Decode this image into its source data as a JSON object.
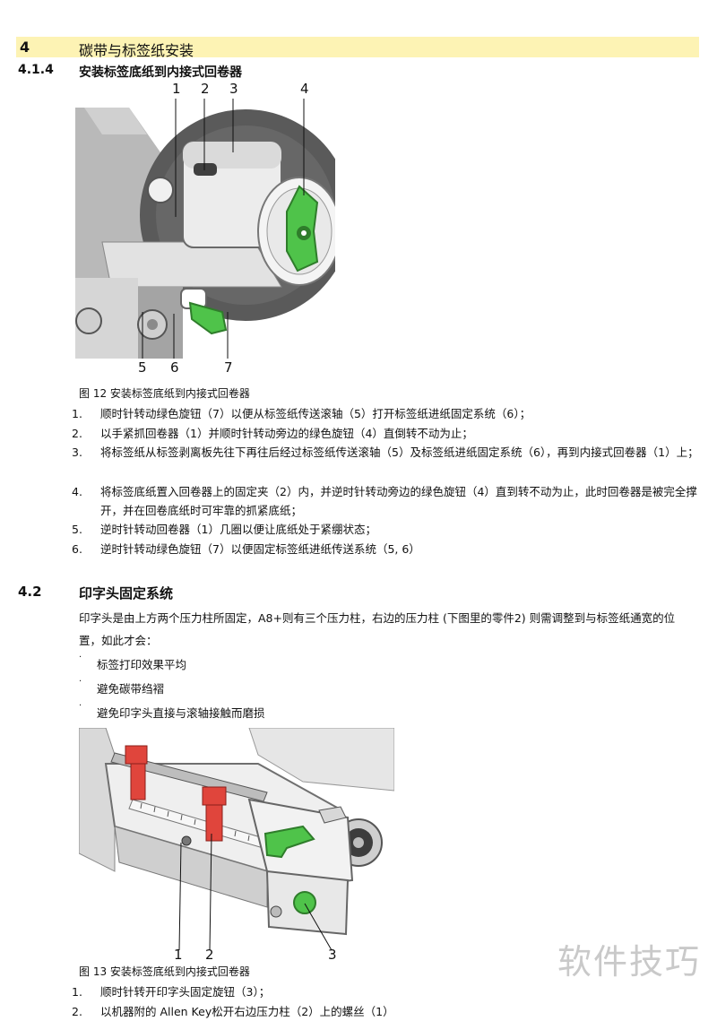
{
  "chapter": {
    "number": "4",
    "title": "碳带与标签纸安装"
  },
  "subsection": {
    "number": "4.1.4",
    "title": "安装标签底纸到内接式回卷器"
  },
  "figure1": {
    "callouts_top": [
      "1",
      "2",
      "3",
      "4"
    ],
    "callouts_bottom": [
      "5",
      "6",
      "7"
    ],
    "caption": "图  12    安装标签底纸到内接式回卷器"
  },
  "steps1": [
    {
      "n": "1.",
      "text": "顺时针转动绿色旋钮（7）以便从标签纸传送滚轴（5）打开标签纸进纸固定系统（6）；"
    },
    {
      "n": "2.",
      "text": "以手紧抓回卷器（1）并顺时针转动旁边的绿色旋钮（4）直倒转不动为止；"
    },
    {
      "n": "3.",
      "text": "将标签纸从标签剥离板先往下再往后经过标签纸传送滚轴（5）及标签纸进纸固定系统（6），再到内接式回卷器（1）上；"
    },
    {
      "n": "4.",
      "text": "将标签底纸置入回卷器上的固定夹（2）内，并逆时针转动旁边的绿色旋钮（4）直到转不动为止，此时回卷器是被完全撑开，并在回卷底纸时可牢靠的抓紧底纸；"
    },
    {
      "n": "5.",
      "text": "逆时针转动回卷器（1）几圈以便让底纸处于紧绷状态；"
    },
    {
      "n": "6.",
      "text": "逆时针转动绿色旋钮（7）以便固定标签纸进纸传送系统（5, 6）"
    }
  ],
  "section": {
    "number": "4.2",
    "title": "印字头固定系统"
  },
  "section_para": "印字头是由上方两个压力柱所固定，A8+则有三个压力柱，右边的压力柱 (下图里的零件2) 则需调整到与标签纸通宽的位置，如此才会：",
  "bullets": [
    {
      "dot": "·",
      "text": "标签打印效果平均"
    },
    {
      "dot": "·",
      "text": "避免碳带绉褶"
    },
    {
      "dot": "·",
      "text": "避免印字头直接与滚轴接触而磨损"
    }
  ],
  "figure2": {
    "callouts": [
      "1",
      "2",
      "3"
    ],
    "caption": "图  13    安装标签底纸到内接式回卷器"
  },
  "steps2": [
    {
      "n": "1.",
      "text": "顺时针转开印字头固定旋钮（3）；"
    },
    {
      "n": "2.",
      "text": "以机器附的  Allen Key松开右边压力柱（2）上的螺丝（1）"
    }
  ],
  "watermark": "软件技巧",
  "colors": {
    "chapter_bar": "#fdf3b4",
    "knob_green": "#4fc34a",
    "clamp_red": "#e0453c"
  }
}
